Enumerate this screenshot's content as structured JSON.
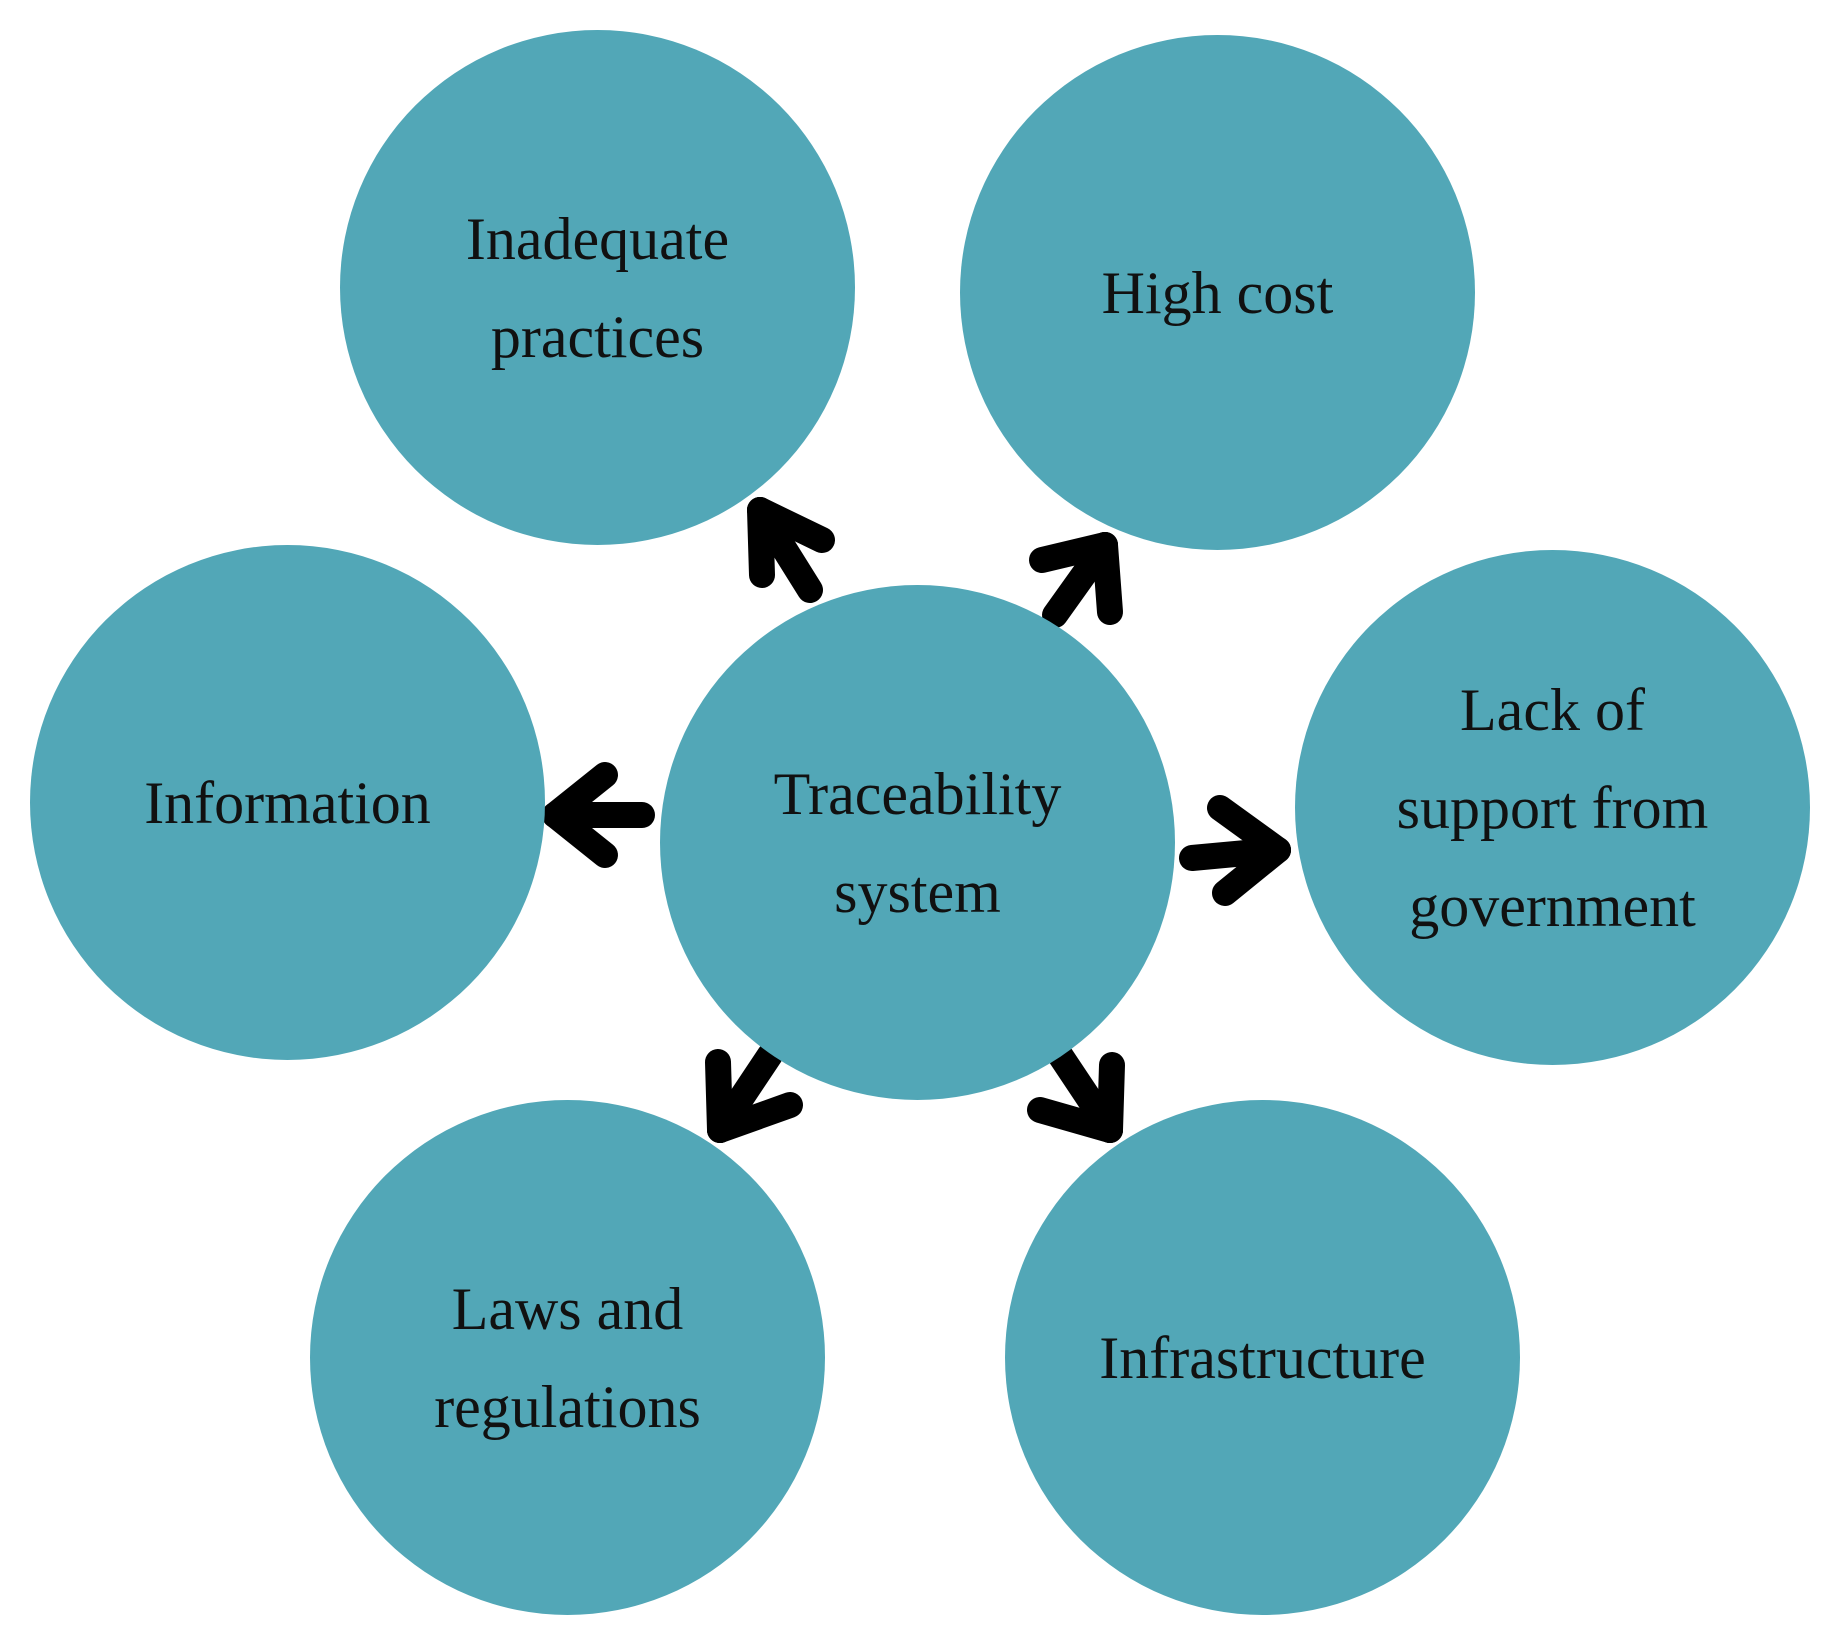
{
  "colors": {
    "circle_fill": "#52a7b7",
    "arrow": "#000000",
    "text": "#111111",
    "background": "#ffffff"
  },
  "center": {
    "line1": "Traceability",
    "line2": "system"
  },
  "nodes": {
    "inadequate_practices": {
      "line1": "Inadequate",
      "line2": "practices"
    },
    "high_cost": {
      "line1": "High cost"
    },
    "information": {
      "line1": "Information"
    },
    "lack_of_support": {
      "line1": "Lack of",
      "line2": "support from",
      "line3": "government"
    },
    "laws_and_regulations": {
      "line1": "Laws and",
      "line2": "regulations"
    },
    "infrastructure": {
      "line1": "Infrastructure"
    }
  },
  "arrow_targets": [
    "Inadequate practices",
    "High cost",
    "Information",
    "Lack of support from government",
    "Laws and regulations",
    "Infrastructure"
  ]
}
